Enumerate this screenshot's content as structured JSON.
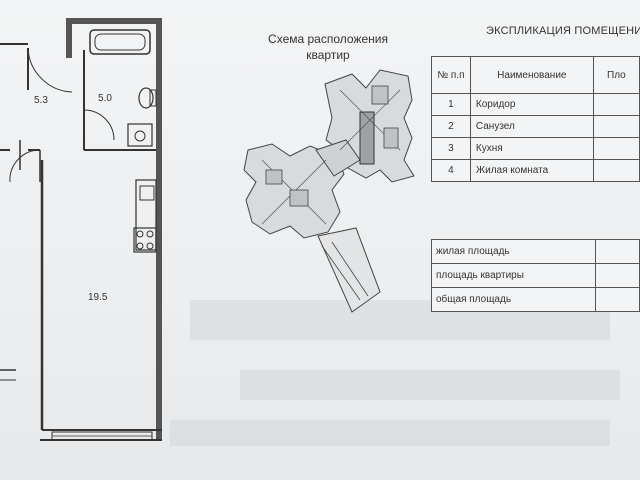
{
  "rooms": {
    "corridor_area": "5.3",
    "bathroom_area": "5.0",
    "living_area": "19.5"
  },
  "scheme": {
    "title_line1": "Схема расположения",
    "title_line2": "квартир"
  },
  "explication": {
    "title": "ЭКСПЛИКАЦИЯ ПОМЕЩЕНИ",
    "headers": [
      "№ п.п",
      "Наименование",
      "Пло"
    ],
    "rows": [
      {
        "num": "1",
        "name": "Коридор"
      },
      {
        "num": "2",
        "name": "Санузел"
      },
      {
        "num": "3",
        "name": "Кухня"
      },
      {
        "num": "4",
        "name": "Жилая комната"
      }
    ]
  },
  "areas": {
    "rows": [
      {
        "label": "жилая площадь"
      },
      {
        "label": "площадь квартиры"
      },
      {
        "label": "общая площадь"
      }
    ]
  }
}
